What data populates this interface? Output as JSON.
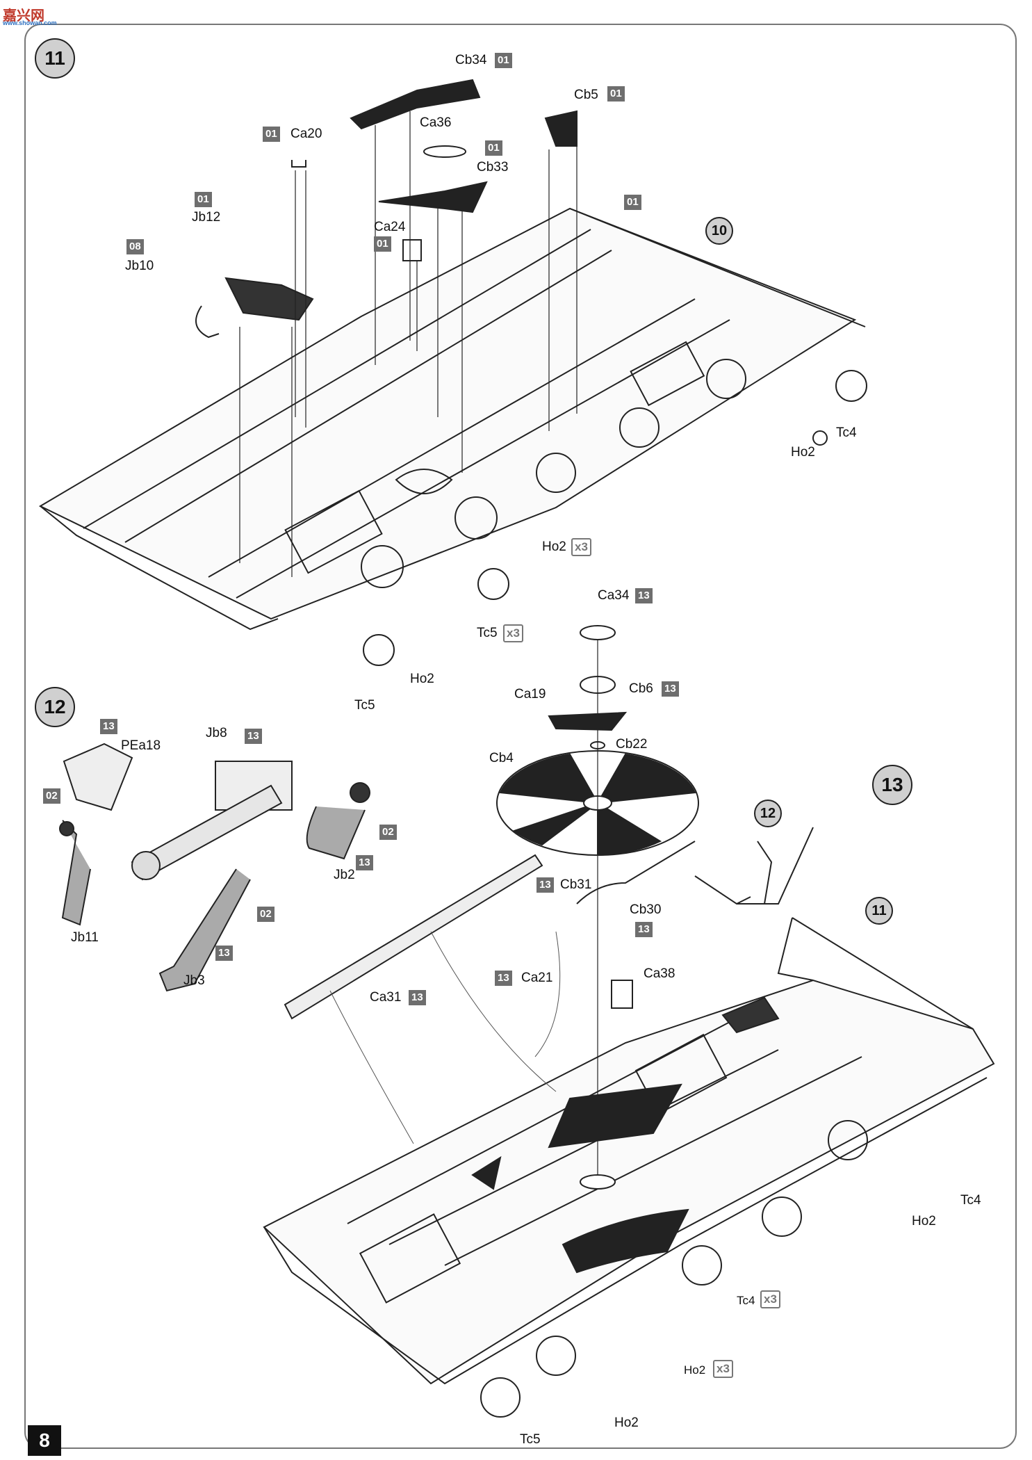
{
  "watermark": {
    "text": "嘉兴网",
    "sub": "www.showan.com"
  },
  "page_number": "8",
  "steps": [
    {
      "num": "11"
    },
    {
      "num": "12"
    },
    {
      "num": "13"
    }
  ],
  "refs": {
    "r10": "10",
    "r11": "11",
    "r12": "12"
  },
  "labels": {
    "cb34": "Cb34",
    "ca20": "Ca20",
    "ca36": "Ca36",
    "cb5": "Cb5",
    "cb33": "Cb33",
    "jb12": "Jb12",
    "ca24": "Ca24",
    "jb10": "Jb10",
    "ho2_a": "Ho2",
    "tc4_a": "Tc4",
    "ho2_b": "Ho2",
    "tc5_a": "Tc5",
    "ho2_c": "Ho2",
    "tc5_b": "Tc5",
    "ca34": "Ca34",
    "ca19": "Ca19",
    "cb6": "Cb6",
    "cb22": "Cb22",
    "cb4": "Cb4",
    "pea18": "PEa18",
    "jb8": "Jb8",
    "jb2": "Jb2",
    "jb11": "Jb11",
    "jb3": "Jb3",
    "cb31": "Cb31",
    "cb30": "Cb30",
    "ca38": "Ca38",
    "ca21": "Ca21",
    "ca31": "Ca31",
    "tc4_b": "Tc4",
    "ho2_d": "Ho2",
    "tc4_c": "Tc4",
    "ho2_e": "Ho2",
    "tc5_c": "Tc5",
    "ho2_f": "Ho2"
  },
  "sprues": {
    "cb34": "01",
    "ca20": "01",
    "cb5": "01",
    "cb33": "01",
    "jb12": "01",
    "ca24": "01",
    "jb10": "08",
    "ca34": "13",
    "cb6": "13",
    "pe": "13",
    "jb8": "13",
    "jb2_a": "02",
    "jb2_b": "13",
    "jb11": "02",
    "jb3_a": "02",
    "jb3_b": "13",
    "cb31": "13",
    "cb30": "13",
    "ca21": "13",
    "ca31": "13",
    "ref10": "01"
  },
  "multipliers": {
    "ho2_b": "x3",
    "tc5_a": "x3",
    "tc4_c": "x3",
    "ho2_e": "x3"
  }
}
